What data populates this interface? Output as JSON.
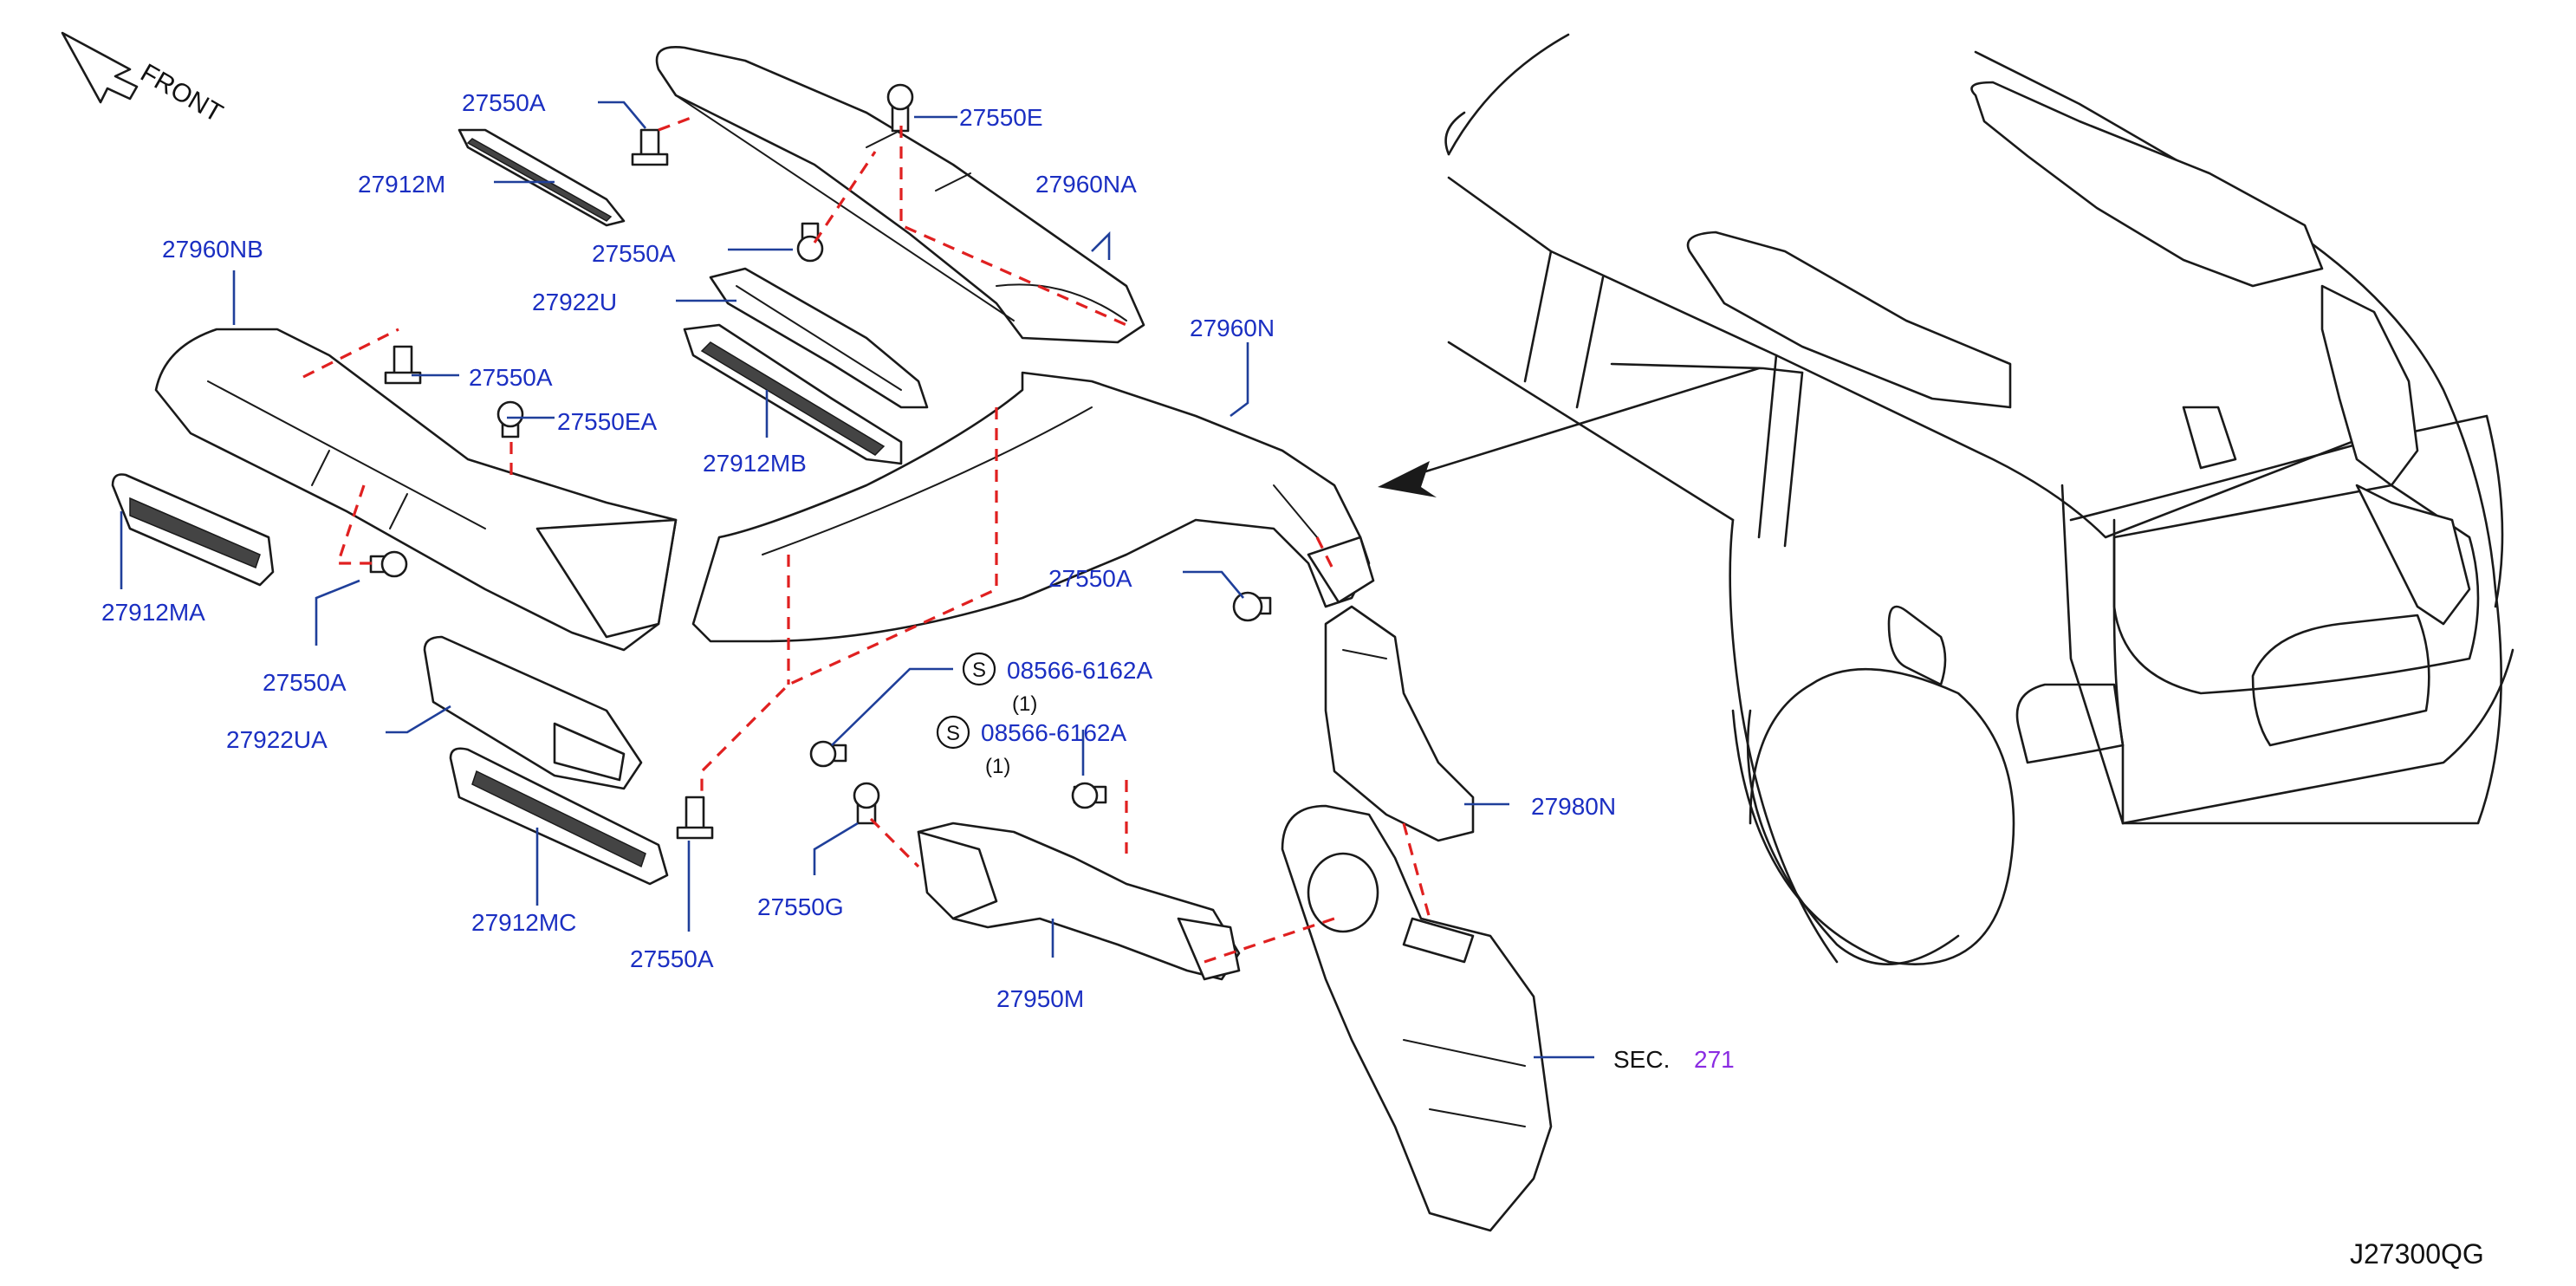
{
  "front_indicator": "FRONT",
  "diagram_code": "J27300QG",
  "section_ref": {
    "prefix": "SEC.",
    "number": "271"
  },
  "parts": {
    "p27550A_1": "27550A",
    "p27912M": "27912M",
    "p27550A_2": "27550A",
    "p27550E": "27550E",
    "p27960NA": "27960NA",
    "p27960NB": "27960NB",
    "p27922U": "27922U",
    "p27550A_3": "27550A",
    "p27550EA": "27550EA",
    "p27912MB": "27912MB",
    "p27960N": "27960N",
    "p27912MA": "27912MA",
    "p27550A_4": "27550A",
    "p27550A_5": "27550A",
    "p27922UA": "27922UA",
    "p27912MC": "27912MC",
    "p27550A_6": "27550A",
    "p27550G": "27550G",
    "p27950M": "27950M",
    "p27980N": "27980N"
  },
  "screws": [
    {
      "symbol": "S",
      "part": "08566-6162A",
      "qty": "(1)"
    },
    {
      "symbol": "S",
      "part": "08566-6162A",
      "qty": "(1)"
    }
  ],
  "colors": {
    "label": "#1b2fc2",
    "leader": "#1f3f9a",
    "connector": "#e02020",
    "section_link": "#8a2be2"
  }
}
